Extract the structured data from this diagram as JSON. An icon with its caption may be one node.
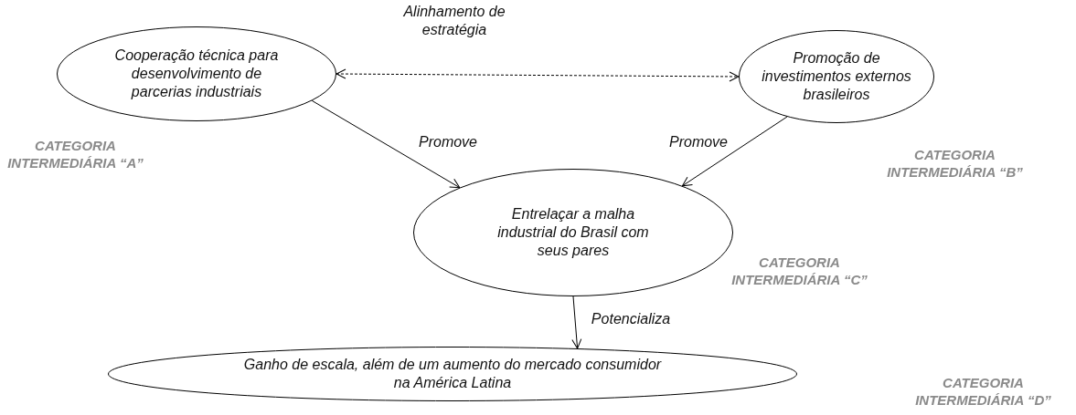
{
  "diagram": {
    "nodes": [
      {
        "text": [
          "Cooperação técnica para desenvolvimento de parcerias industriais"
        ]
      },
      {
        "text": [
          "Promoção de investimentos externos brasileiros"
        ]
      },
      {
        "text": [
          "Entrelaçar a malha industrial do Brasil com seus pares"
        ]
      },
      {
        "text": [
          "Ganho de escala, além de um aumento do mercado consumidor na América Latina"
        ]
      }
    ],
    "edges": [
      {
        "from": 0,
        "to": 1,
        "arrow": "both",
        "style": "dashed",
        "label": "Alinhamento de estratégia"
      },
      {
        "from": 0,
        "to": 2,
        "arrow": "to",
        "label": "Promove"
      },
      {
        "from": 1,
        "to": 2,
        "arrow": "to",
        "label": "Promove"
      },
      {
        "from": 2,
        "to": 3,
        "arrow": "to",
        "label": "Potencializa"
      }
    ],
    "labels": [
      "CATEGORIA INTERMEDIÁRIA “A”",
      "CATEGORIA INTERMEDIÁRIA “B”",
      "CATEGORIA INTERMEDIÁRIA “C”",
      "CATEGORIA INTERMEDIÁRIA “D”"
    ]
  }
}
